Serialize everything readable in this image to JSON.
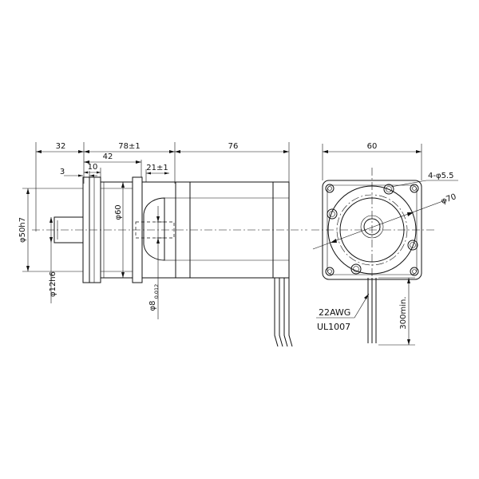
{
  "dims": {
    "flange_32": "32",
    "gear_78": "78±1",
    "gear_42": "42",
    "motor_76": "76",
    "step_3": "3",
    "step_10": "10",
    "hub_21": "21±1",
    "dia_60_side": "φ60",
    "dia_50": "φ50h7",
    "dia_12": "φ12h6",
    "dia_8_main": "φ8",
    "dia_8_tol": "0,012",
    "front_60": "60",
    "holes": "4-φ5.5",
    "pcd_70": "φ70",
    "cable_len": "300min."
  },
  "callout": {
    "awg": "22AWG",
    "ul": "UL1007"
  }
}
